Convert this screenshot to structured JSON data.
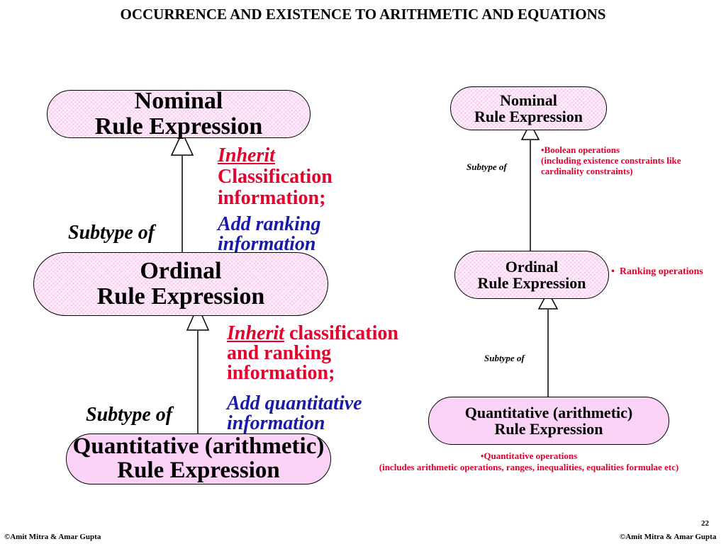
{
  "title": "OCCURRENCE AND EXISTENCE TO ARITHMETIC AND EQUATIONS",
  "left": {
    "nominal": {
      "line1": "Nominal",
      "line2": "Rule Expression"
    },
    "ordinal": {
      "line1": "Ordinal",
      "line2": "Rule Expression"
    },
    "quantitative": {
      "line1": "Quantitative (arithmetic)",
      "line2": "Rule Expression"
    },
    "subtype1": "Subtype of",
    "subtype2": "Subtype of",
    "note1": {
      "inherit": "Inherit",
      "rest1": "Classification",
      "rest2": "information;",
      "add1": "Add ranking",
      "add2": "information"
    },
    "note2": {
      "inherit": "Inherit",
      "rest1": "classification",
      "rest2": "and ranking",
      "rest3": "information;",
      "add1": "Add quantitative",
      "add2": "information"
    }
  },
  "right": {
    "nominal": {
      "line1": "Nominal",
      "line2": "Rule Expression"
    },
    "ordinal": {
      "line1": "Ordinal",
      "line2": "Rule Expression"
    },
    "quantitative": {
      "line1": "Quantitative (arithmetic)",
      "line2": "Rule Expression"
    },
    "subtype1": "Subtype of",
    "subtype2": "Subtype of",
    "boolean": {
      "line1": "•Boolean operations",
      "line2": "(including existence constraints like",
      "line3": "cardinality constraints)"
    },
    "ranking": "•  Ranking operations",
    "quant_ops": {
      "line1": "•Quantitative operations",
      "line2": "(includes arithmetic operations, ranges, inequalities, equalities formulae etc)"
    }
  },
  "footer": {
    "copyright_left": "©Amit Mitra & Amar Gupta",
    "copyright_right": "©Amit Mitra & Amar Gupta",
    "page_number": "22"
  }
}
